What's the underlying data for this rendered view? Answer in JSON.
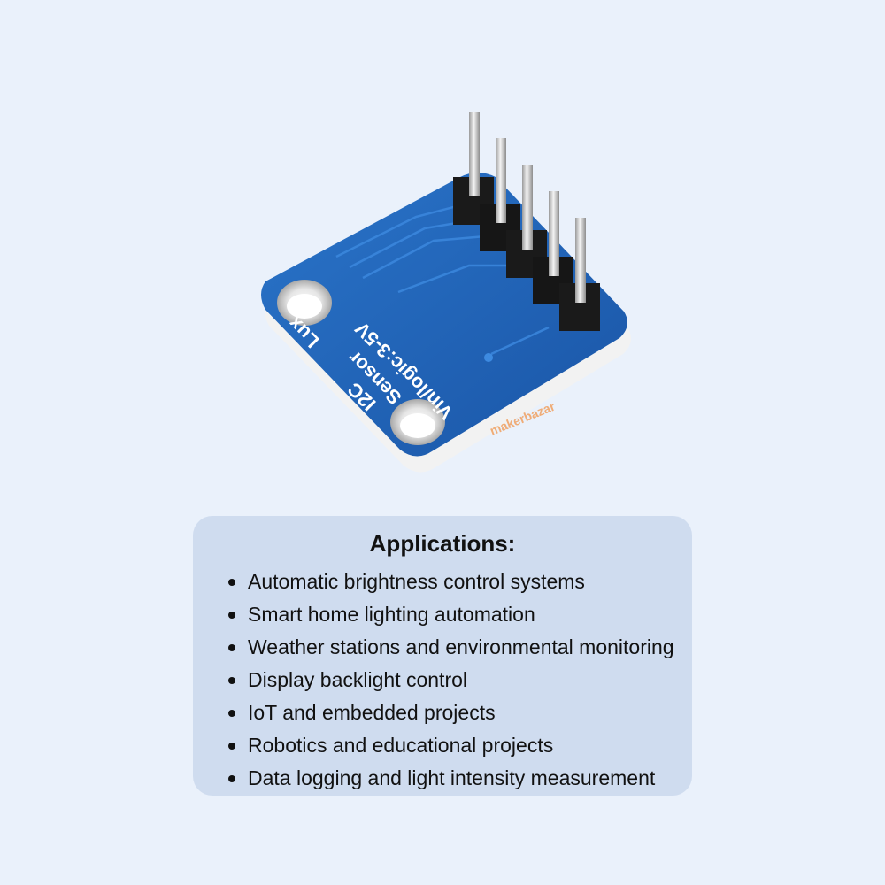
{
  "board": {
    "silk_lines": [
      "Vin/logic:3-5V",
      "Sensor",
      "Lux",
      "I2C"
    ],
    "watermark": "makerbazar"
  },
  "applications": {
    "title": "Applications:",
    "items": [
      "Automatic brightness control systems",
      "Smart home lighting automation",
      "Weather stations and environmental monitoring",
      "Display backlight control",
      "IoT and embedded projects",
      "Robotics and educational projects",
      "Data logging and light intensity measurement"
    ]
  },
  "colors": {
    "background": "#eaf1fb",
    "card": "#cfdcef",
    "pcb": "#1f63b8"
  }
}
